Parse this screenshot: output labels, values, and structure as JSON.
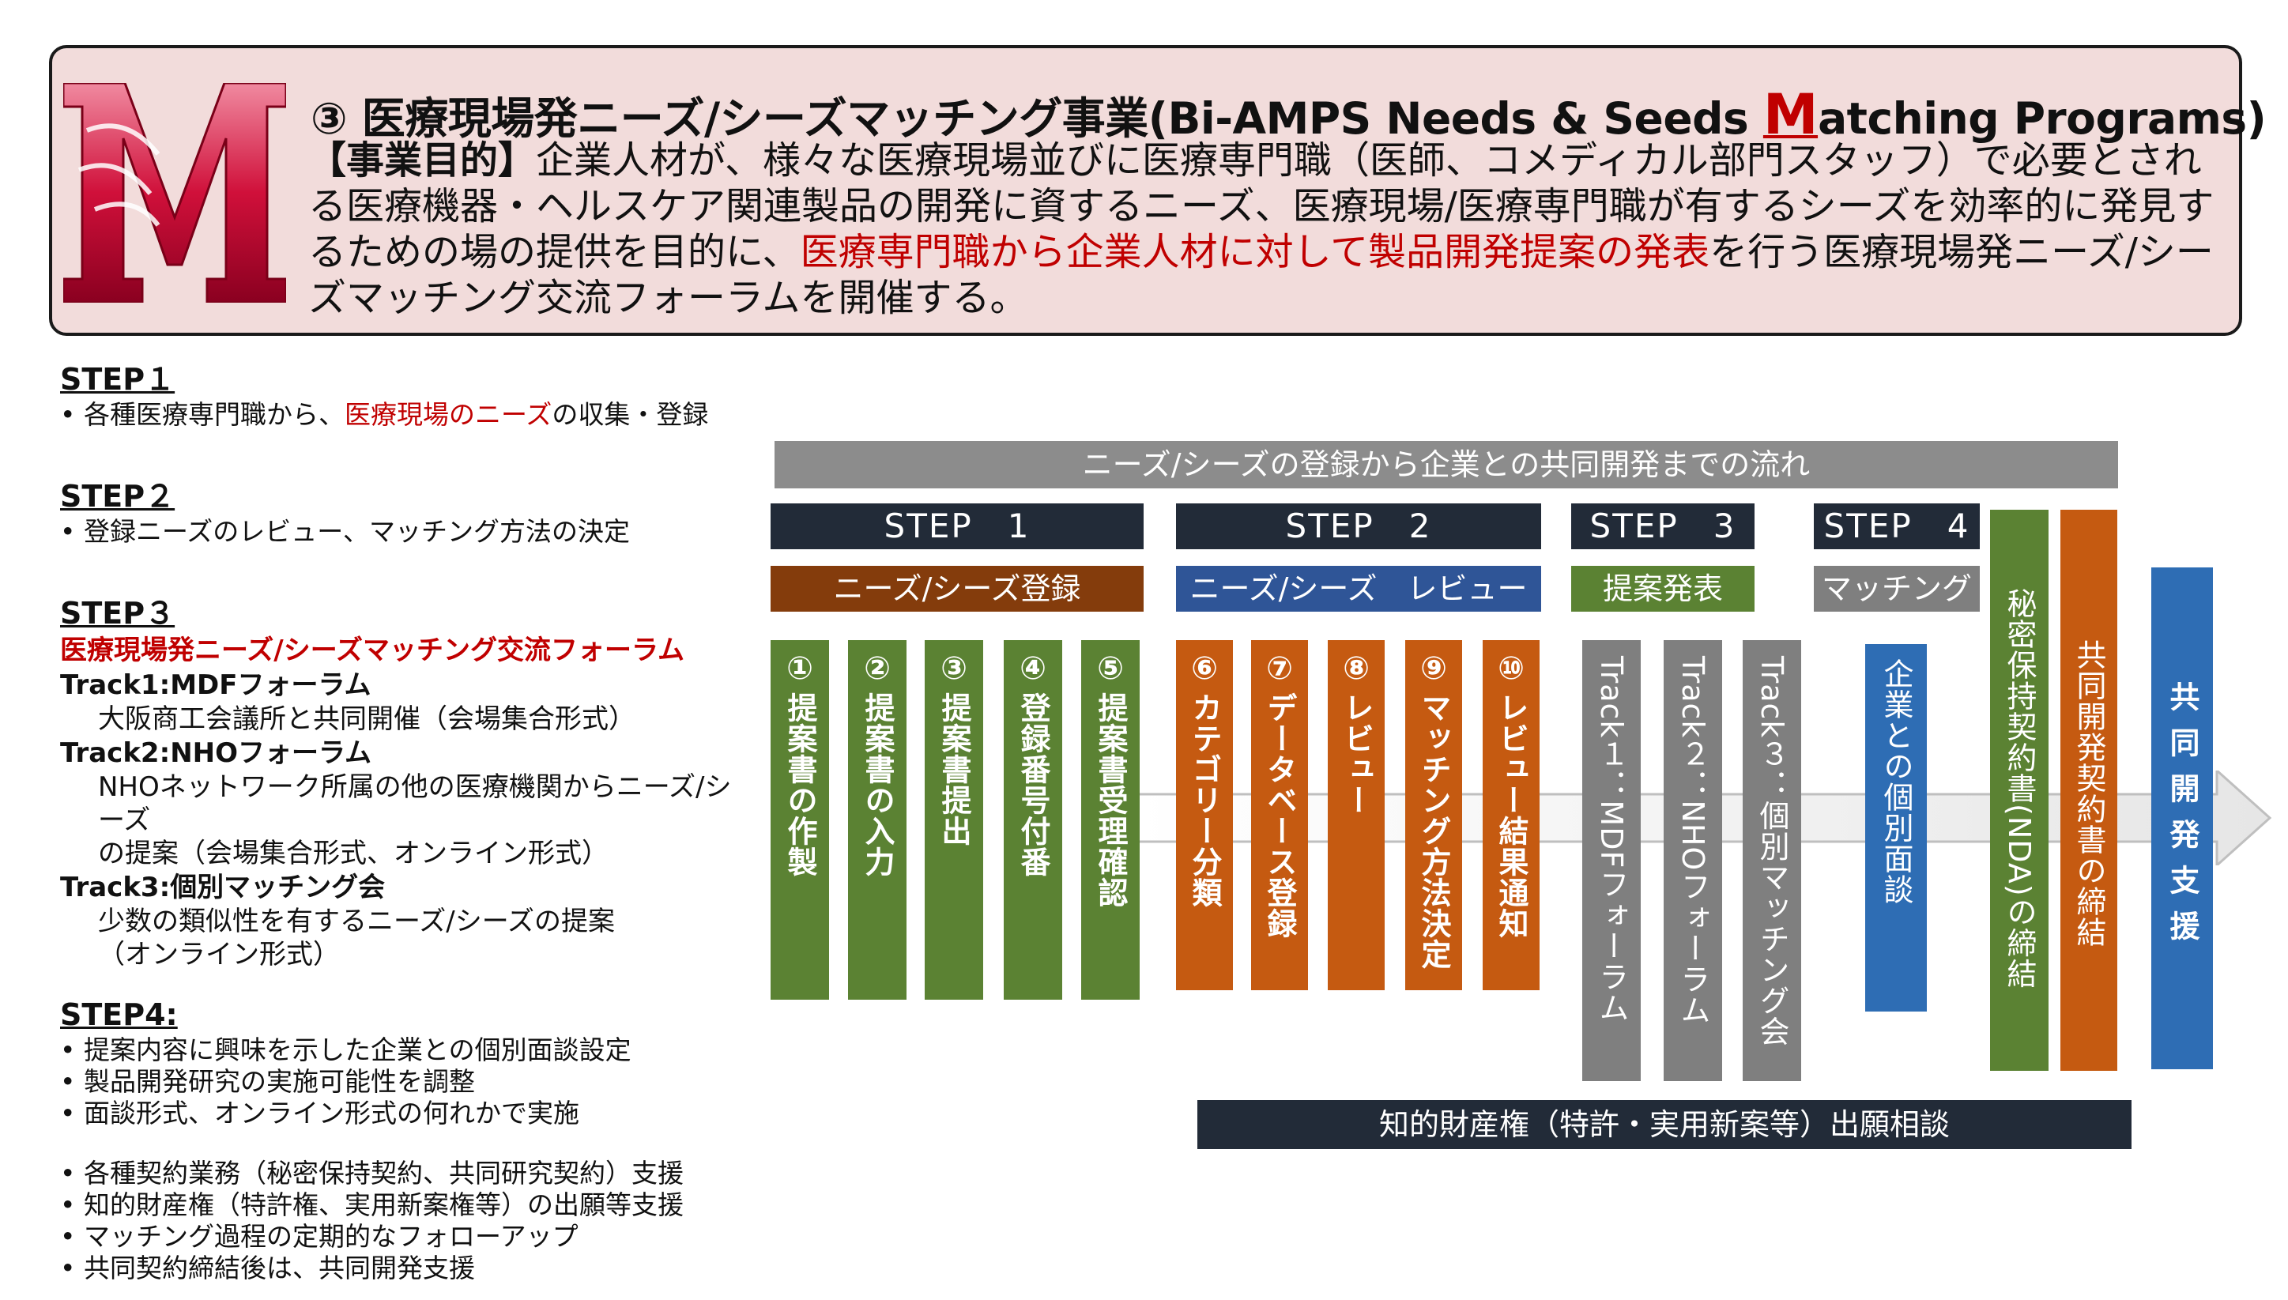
{
  "header": {
    "title": "③ 医療現場発ニーズ/シーズマッチング事業(Bi-AMPS Needs & Seeds ",
    "title_m": "M",
    "title_end": "atching Programs)",
    "purpose_label": "【事業目的】",
    "purpose_part1": "企業人材が、様々な医療現場並びに医療専門職（医師、コメディカル部門スタッフ）で必要とされる医療機器・ヘルスケア関連製品の開発に資するニーズ、医療現場/医療専門職が有するシーズを効率的に発見するための場の提供を目的に、",
    "purpose_red": "医療専門職から企業人材に対して製品開発提案の発表",
    "purpose_part2": "を行う医療現場発ニーズ/シーズマッチング交流フォーラムを開催する。",
    "logo": "M-logo",
    "colors": {
      "panel": "#f2dcdb",
      "accent_red": "#c00000"
    }
  },
  "left": {
    "step1": {
      "heading": "STEP１",
      "bullet_a": "• 各種医療専門職から、",
      "bullet_red": "医療現場のニーズ",
      "bullet_b": "の収集・登録"
    },
    "step2": {
      "heading": "STEP２",
      "bullet": "• 登録ニーズのレビュー、マッチング方法の決定"
    },
    "step3": {
      "heading": "STEP３",
      "forum": "医療現場発ニーズ/シーズマッチング交流フォーラム",
      "track1_h": "Track1:MDFフォーラム",
      "track1_d": "大阪商工会議所と共同開催（会場集合形式）",
      "track2_h": "Track2:NHOフォーラム",
      "track2_d1": "NHOネットワーク所属の他の医療機関からニーズ/シーズ",
      "track2_d2": "の提案（会場集合形式、オンライン形式）",
      "track3_h": "Track3:個別マッチング会",
      "track3_d1": "少数の類似性を有するニーズ/シーズの提案",
      "track3_d2": "（オンライン形式）"
    },
    "step4": {
      "heading": "STEP4:",
      "bullets": [
        "• 提案内容に興味を示した企業との個別面談設定",
        "• 製品開発研究の実施可能性を調整",
        "• 面談形式、オンライン形式の何れかで実施"
      ],
      "bullets2": [
        "• 各種契約業務（秘密保持契約、共同研究契約）支援",
        "• 知的財産権（特許権、実用新案権等）の出願等支援",
        "• マッチング過程の定期的なフォローアップ",
        "• 共同契約締結後は、共同開発支援"
      ]
    }
  },
  "flow": {
    "banner": "ニーズ/シーズの登録から企業との共同開発までの流れ",
    "steps": [
      "STEP　1",
      "STEP　2",
      "STEP　3",
      "STEP　4"
    ],
    "categories": [
      "ニーズ/シーズ登録",
      "ニーズ/シーズ　レビュー",
      "提案発表",
      "マッチング"
    ],
    "items": [
      {
        "num": "①",
        "text": "提案書の作製"
      },
      {
        "num": "②",
        "text": "提案書の入力"
      },
      {
        "num": "③",
        "text": "提案書提出"
      },
      {
        "num": "④",
        "text": "登録番号付番"
      },
      {
        "num": "⑤",
        "text": "提案書受理確認"
      },
      {
        "num": "⑥",
        "text": "カテゴリー分類"
      },
      {
        "num": "⑦",
        "text": "データベース登録"
      },
      {
        "num": "⑧",
        "text": "レビュー"
      },
      {
        "num": "⑨",
        "text": "マッチング方法決定"
      },
      {
        "num": "⑩",
        "text": "レビュー結果通知"
      }
    ],
    "tracks": [
      "Track１：MDFフォーラム",
      "Track２：NHOフォーラム",
      "Track３：個別マッチング会"
    ],
    "match": "企業との個別面談",
    "nda": "秘密保持契約書(NDA)の締結",
    "joint": "共同開発契約書の締結",
    "support": "共同開発支援",
    "ip": "知的財産権（特許・実用新案等）出願相談",
    "colors": {
      "dark": "#222b38",
      "banner": "#8c8c8c",
      "cat1": "#843c0c",
      "cat2": "#2f5597",
      "cat3": "#5b8233",
      "cat4": "#7f7f7f",
      "green": "#5b8233",
      "orange": "#c55a11",
      "gray": "#7f7f7f",
      "blue": "#2e6db4"
    }
  }
}
